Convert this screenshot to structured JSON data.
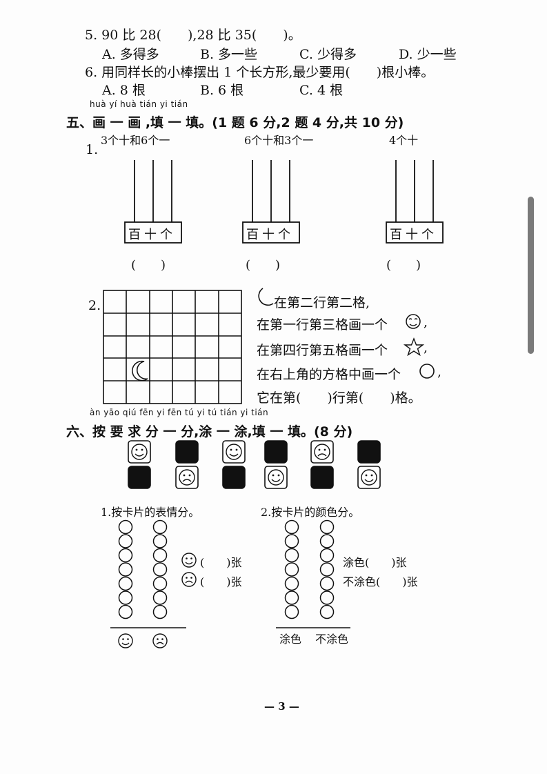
{
  "questions": {
    "q5_stem": "5. 90 比 28(　　),28 比 35(　　)。",
    "q5_options": [
      "A. 多得多",
      "B. 多一些",
      "C. 少得多",
      "D. 少一些"
    ],
    "q6_stem": "6. 用同样长的小棒摆出 1 个长方形,最少要用(　　)根小棒。",
    "q6_options": [
      "A. 8 根",
      "B. 6 根",
      "C. 4 根"
    ]
  },
  "section5": {
    "pinyin": "huà yí huà tián yi tián",
    "title": "五、画 一 画 ,填 一 填。(1 题 6 分,2 题 4 分,共 10 分)",
    "item1_no": "1.",
    "abacus_captions": [
      "3个十和6个一",
      "6个十和3个一",
      "4个十"
    ],
    "abacus_labels": "百十个",
    "answer_parens": [
      "(　　)",
      "(　　)",
      "(　　)"
    ],
    "item2_no": "2.",
    "grid": {
      "rows": 5,
      "cols": 6,
      "moon_cell": "row 4, col 2"
    },
    "instructions": [
      "在第二行第二格,",
      "在第一行第三格画一个",
      ",",
      "在第四行第五格画一个",
      ",",
      "在右上角的方格中画一个",
      ",",
      "它在第(　　)行第(　　)格。"
    ]
  },
  "section6": {
    "pinyin": "àn yāo qiú fēn yi fēn tú yi tú tián yi tián",
    "title": "六、按 要 求 分 一 分,涂 一 涂,填 一 填。(8 分)",
    "cards_row1": [
      "smile",
      "black",
      "smile",
      "black",
      "sad",
      "black"
    ],
    "cards_row2": [
      "black",
      "sad",
      "black",
      "smile",
      "black",
      "smile"
    ],
    "part1_title": "1.按卡片的表情分。",
    "part1_fill": [
      "(　　)张",
      "(　　)张"
    ],
    "part2_title": "2.按卡片的颜色分。",
    "part2_fill": [
      "涂色(　　)张",
      "不涂色(　　)张"
    ],
    "part2_axis": [
      "涂色",
      "不涂色"
    ],
    "circles_per_column": 7
  },
  "footer": {
    "page_number": "— 3 —"
  },
  "icons": [
    "moon-icon",
    "smiley-icon",
    "star-icon",
    "circle-icon",
    "sad-face-icon"
  ]
}
